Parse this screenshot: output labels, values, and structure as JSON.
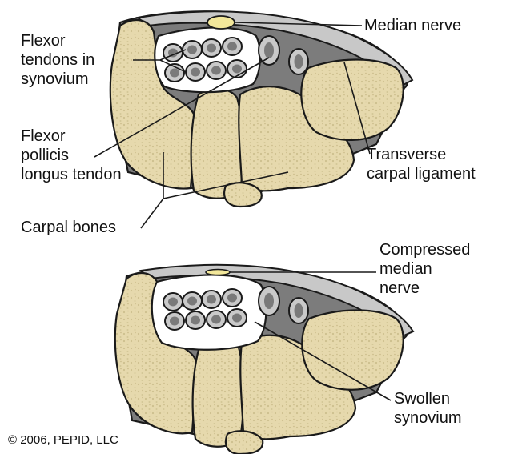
{
  "labels": {
    "median_nerve": "Median nerve",
    "flexor_tendons": [
      "Flexor",
      "tendons in",
      "synovium"
    ],
    "flexor_pollicis": [
      "Flexor",
      "pollicis",
      "longus tendon"
    ],
    "transverse_ligament": [
      "Transverse",
      "carpal ligament"
    ],
    "carpal_bones": "Carpal bones",
    "compressed_median_nerve": [
      "Compressed",
      "median",
      "nerve"
    ],
    "swollen_synovium": [
      "Swollen",
      "synovium"
    ],
    "copyright": "© 2006, PEPID, LLC"
  },
  "colors": {
    "bone": "#e6d9ad",
    "tissue": "#7c7c7c",
    "ligament": "#c8c8c8",
    "nerve": "#f2e79a"
  }
}
